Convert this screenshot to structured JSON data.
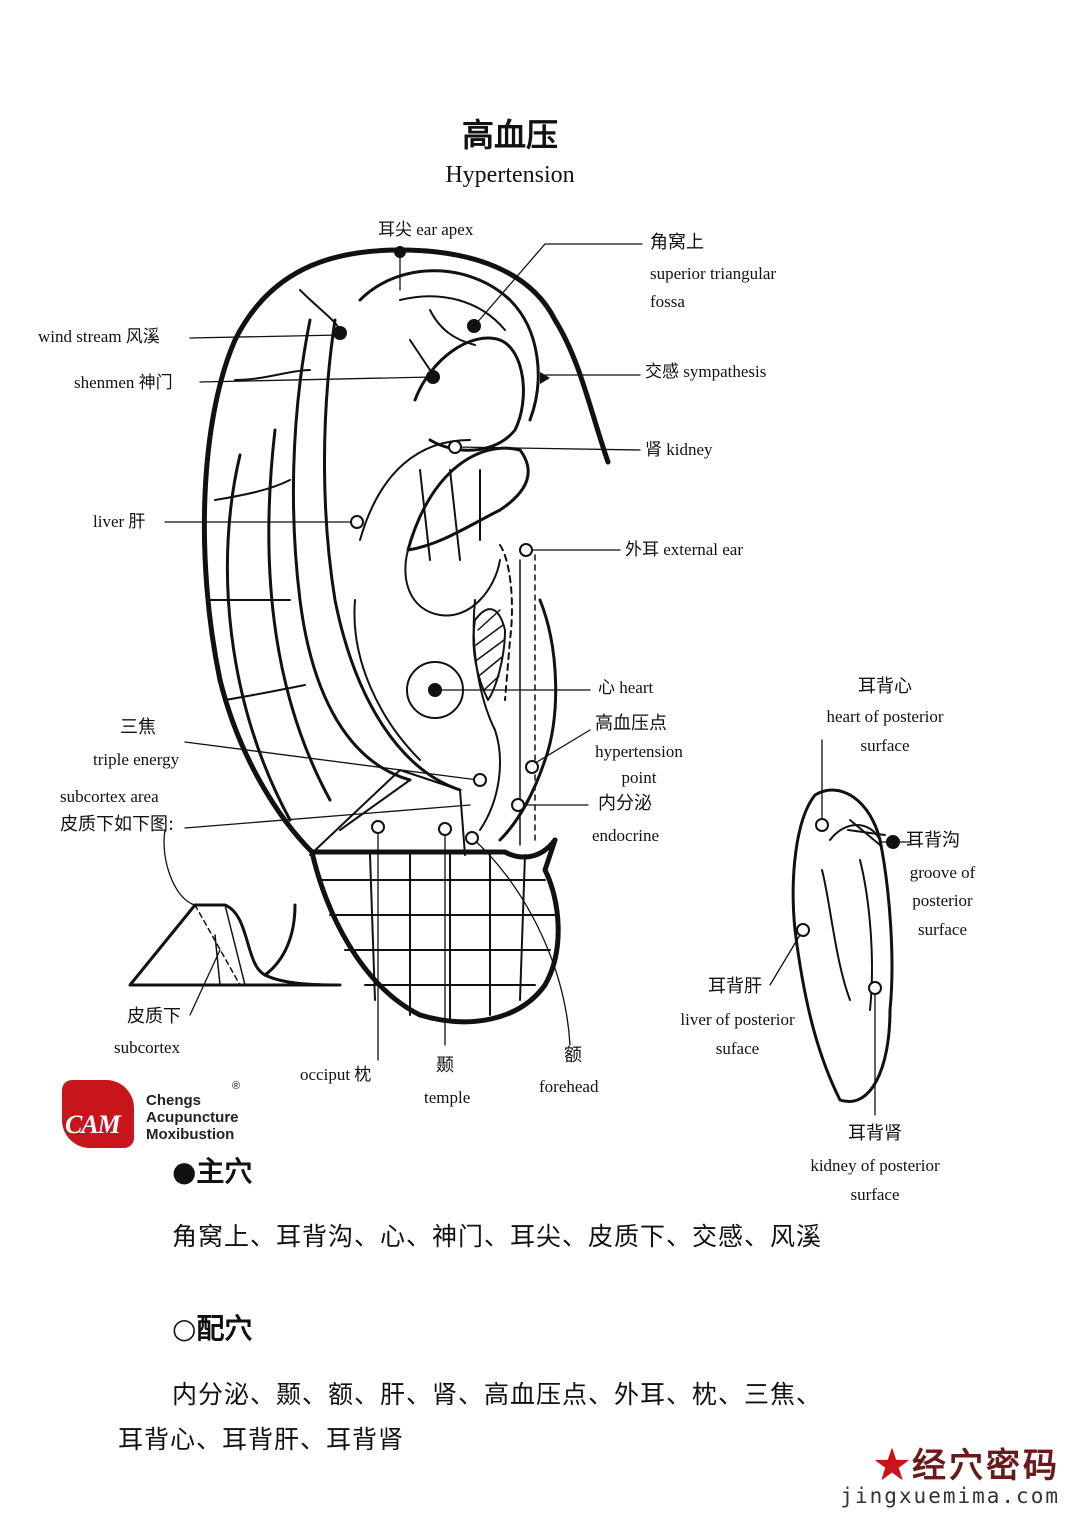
{
  "title": {
    "cn": "高血压",
    "en": "Hypertension"
  },
  "labels": {
    "ear_apex": "耳尖  ear apex",
    "sup_tri_cn": "角窝上",
    "sup_tri_en1": "superior triangular",
    "sup_tri_en2": "fossa",
    "wind_stream": "wind stream  风溪",
    "shenmen": "shenmen  神门",
    "sympathesis": "交感  sympathesis",
    "kidney": "肾  kidney",
    "liver": "liver  肝",
    "external_ear": "外耳  external ear",
    "heart": "心  heart",
    "hp_cn": "高血压点",
    "hp_en1": "hypertension",
    "hp_en2": "point",
    "triple_cn": "三焦",
    "triple_en": "triple energy",
    "subcortex_en": "subcortex area",
    "subcortex_cn": "皮质下如下图:",
    "endocrine_cn": "内分泌",
    "endocrine_en": "endocrine",
    "sub_cn": "皮质下",
    "sub_en": "subcortex",
    "occiput": "occiput  枕",
    "temple_cn": "颞",
    "temple_en": "temple",
    "forehead_cn": "额",
    "forehead_en": "forehead",
    "hp_post_cn": "耳背心",
    "hp_post_en1": "heart of posterior",
    "hp_post_en2": "surface",
    "groove_cn": "耳背沟",
    "groove_en1": "groove of",
    "groove_en2": "posterior",
    "groove_en3": "surface",
    "liver_post_cn": "耳背肝",
    "liver_post_en1": "liver of posterior",
    "liver_post_en2": "suface",
    "kidney_post_cn": "耳背肾",
    "kidney_post_en1": "kidney of posterior",
    "kidney_post_en2": "surface"
  },
  "logo": {
    "mark": "CAM",
    "line1": "Chengs",
    "line2": "Acupuncture",
    "line3": "Moxibustion",
    "reg": "®"
  },
  "main_points": {
    "heading": "●主穴",
    "text": "角窝上、耳背沟、心、神门、耳尖、皮质下、交感、风溪"
  },
  "secondary_points": {
    "heading": "○配穴",
    "text_line1": "内分泌、颞、额、肝、肾、高血压点、外耳、枕、三焦、",
    "text_line2": "耳背心、耳背肝、耳背肾"
  },
  "watermark": {
    "cn": "经穴密码",
    "en": "jingxuemima.com"
  }
}
